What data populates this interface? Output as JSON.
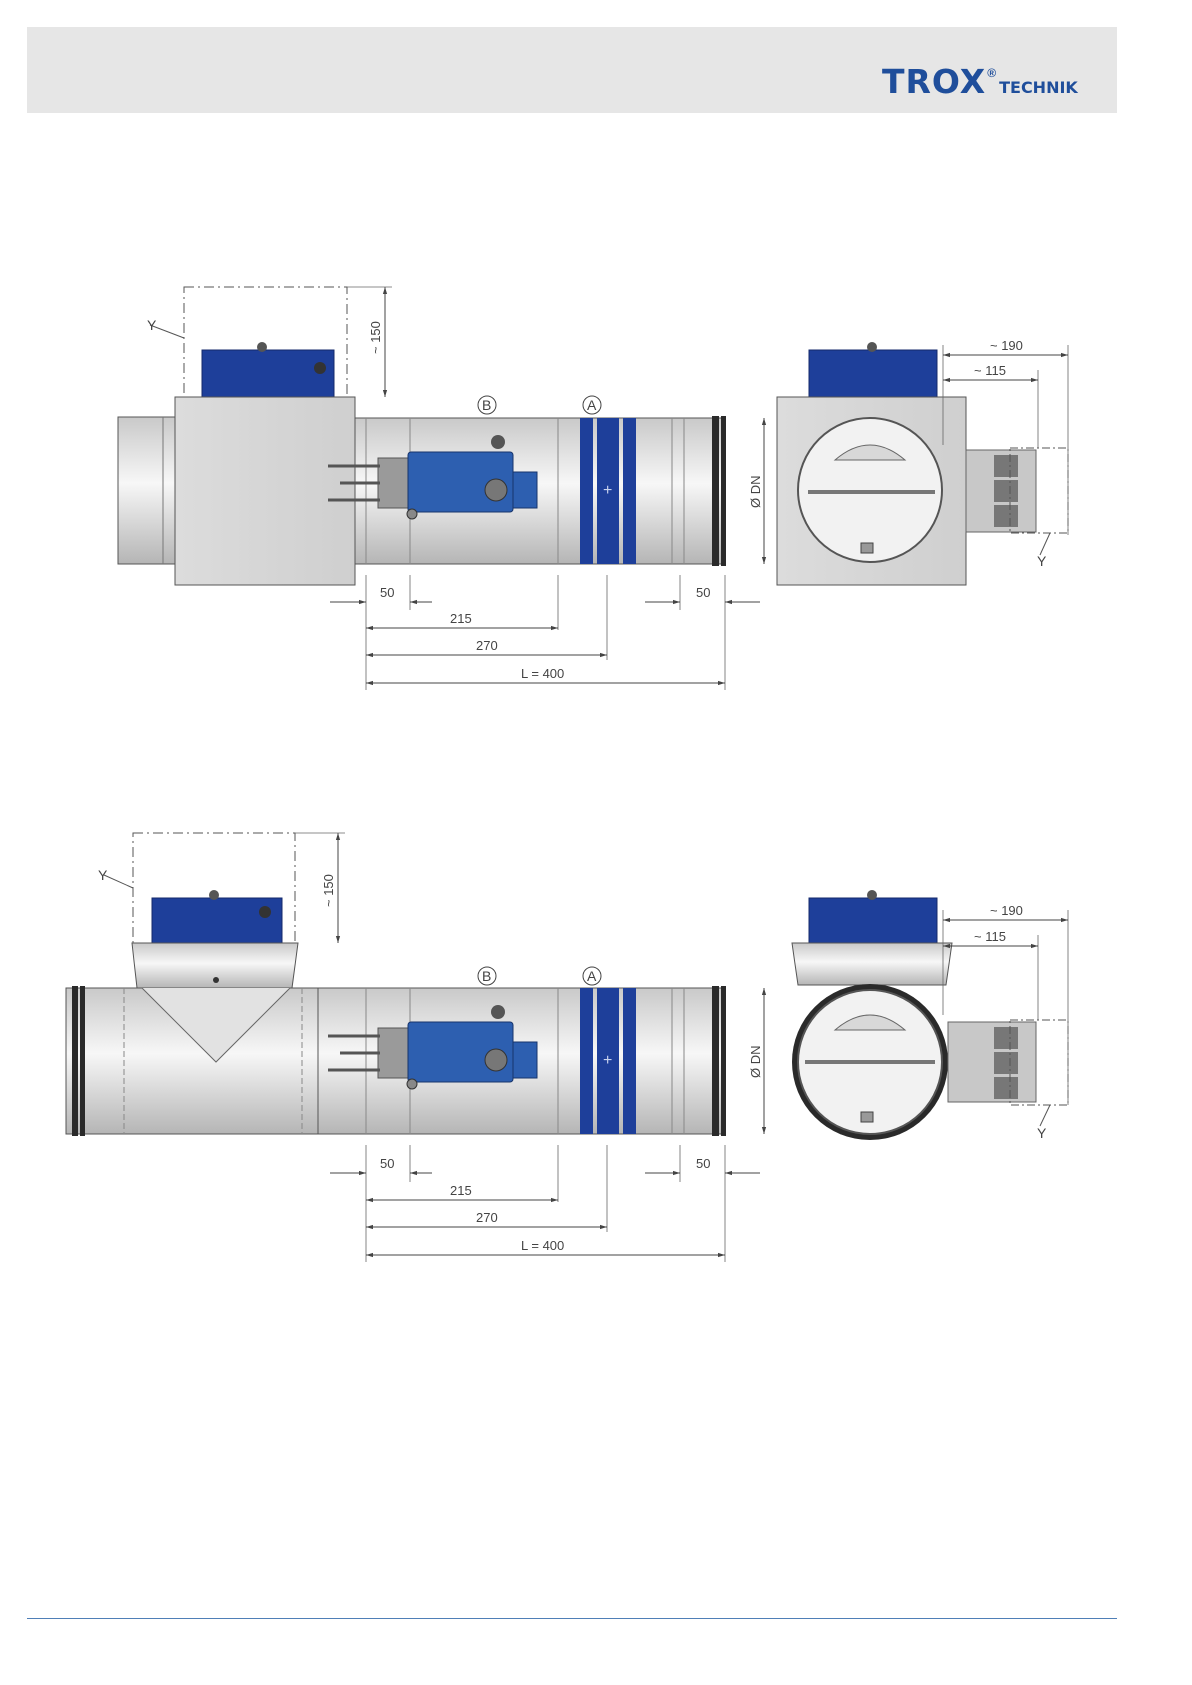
{
  "header": {
    "brand_name": "TROX",
    "brand_mark": "®",
    "brand_sub": "TECHNIK",
    "brand_color": "#1f4e9b",
    "band_color": "#e6e6e6"
  },
  "drawing_top": {
    "label_y": "Y",
    "label_y_side": "Y",
    "label_b": "B",
    "label_a": "A",
    "dim_height": "~ 150",
    "dim_side_190": "~ 190",
    "dim_side_115": "~ 115",
    "dim_diameter": "Ø DN",
    "dim_50_left": "50",
    "dim_50_right": "50",
    "dim_215": "215",
    "dim_270": "270",
    "dim_length": "L = 400"
  },
  "drawing_bottom": {
    "label_y": "Y",
    "label_y_side": "Y",
    "label_b": "B",
    "label_a": "A",
    "dim_height": "~ 150",
    "dim_side_190": "~ 190",
    "dim_side_115": "~ 115",
    "dim_diameter": "Ø DN",
    "dim_50_left": "50",
    "dim_50_right": "50",
    "dim_215": "215",
    "dim_270": "270",
    "dim_length": "L = 400"
  },
  "colors": {
    "casing_blue": "#1e3f9a",
    "metal_light": "#e4e4e4",
    "metal_dark": "#b9b9b9",
    "actuator_blue": "#2d5fb0",
    "footer_rule": "#4f7fb7"
  }
}
